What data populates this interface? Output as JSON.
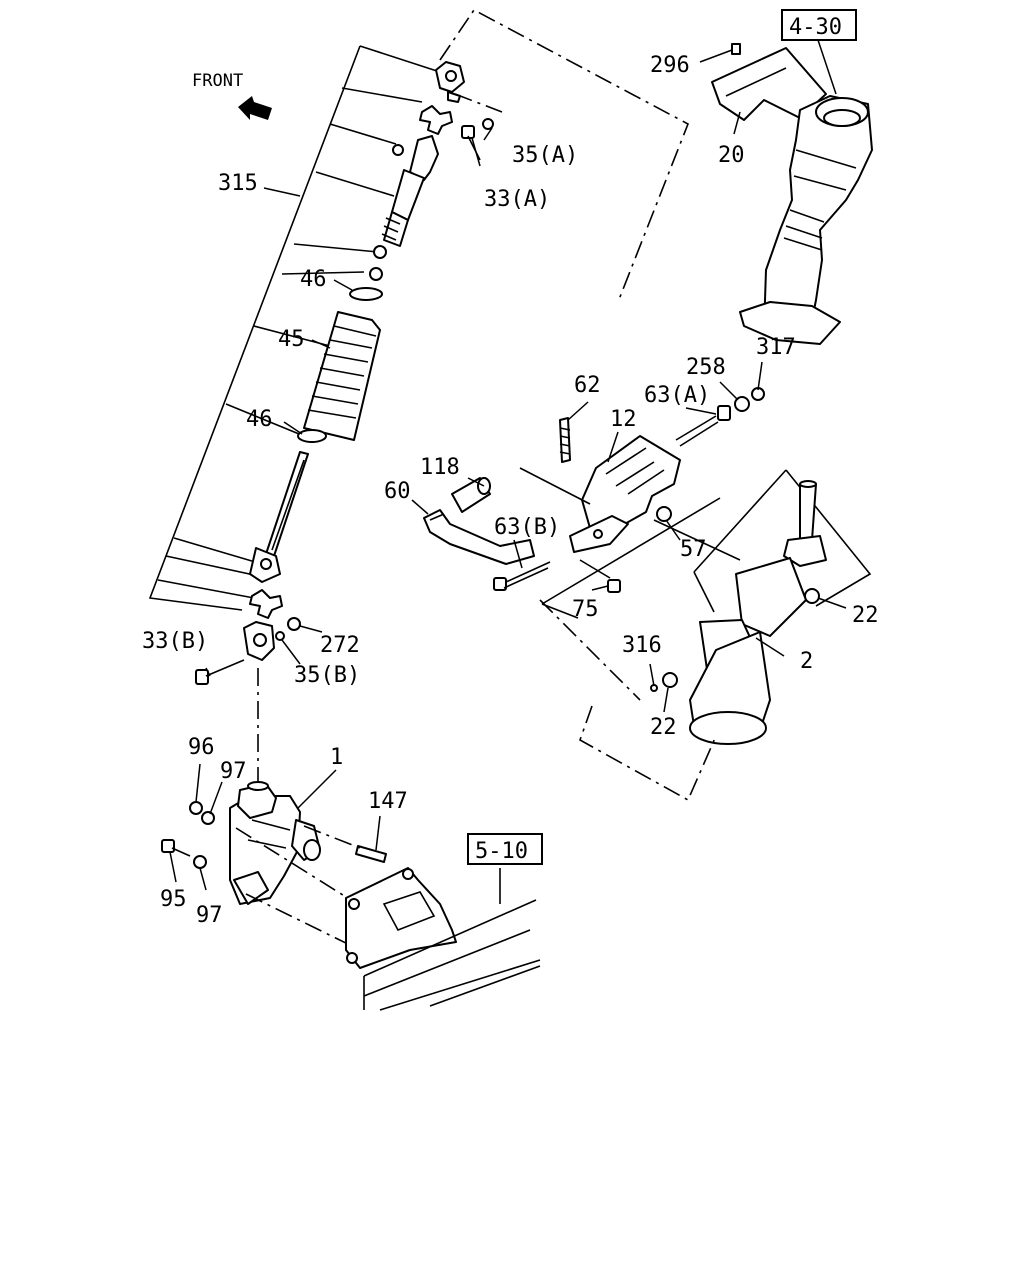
{
  "front_label": "FRONT",
  "refs": {
    "r1": "4-30",
    "r2": "5-10"
  },
  "callouts": {
    "c315": "315",
    "c46a": "46",
    "c45": "45",
    "c46b": "46",
    "c35a": "35(A)",
    "c33a": "33(A)",
    "c33b": "33(B)",
    "c35b": "35(B)",
    "c272": "272",
    "c296": "296",
    "c20": "20",
    "c258": "258",
    "c317": "317",
    "c62": "62",
    "c63a": "63(A)",
    "c12": "12",
    "c118": "118",
    "c60": "60",
    "c63b": "63(B)",
    "c57": "57",
    "c75": "75",
    "c22a": "22",
    "c2": "2",
    "c316": "316",
    "c22b": "22",
    "c96": "96",
    "c97a": "97",
    "c1": "1",
    "c147": "147",
    "c95": "95",
    "c97b": "97"
  }
}
